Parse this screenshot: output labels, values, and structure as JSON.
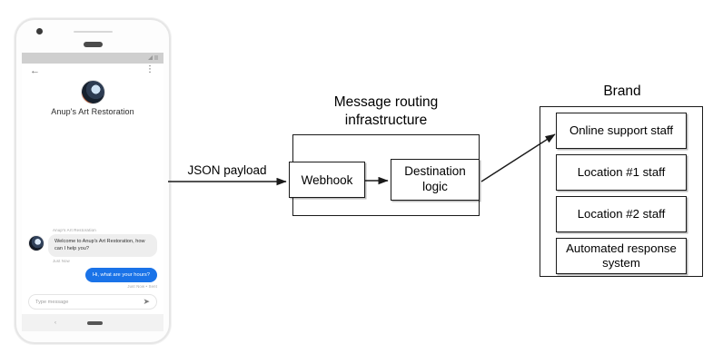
{
  "phone": {
    "status_bar": {
      "signal_icon": "signal-icon",
      "battery_icon": "battery-icon"
    },
    "app_bar": {
      "back_icon": "←",
      "more_icon": "⋮"
    },
    "brand_name": "Anup's Art Restoration",
    "conversation": {
      "agent_label": "Anup's Art Restoration",
      "agent_message": "Welcome to Anup's Art Restoration, how can I help you?",
      "agent_time": "Just Now",
      "user_message": "Hi, what are your hours?",
      "user_time": "Just Now • Sent"
    },
    "composer": {
      "placeholder": "Type message",
      "send_icon": "➤"
    },
    "nav_bar": {
      "back_icon": "‹"
    }
  },
  "diagram": {
    "json_label": "JSON payload",
    "infrastructure": {
      "title": "Message routing infrastructure",
      "boxes": [
        {
          "label": "Webhook"
        },
        {
          "label": "Destination logic"
        }
      ]
    },
    "brand": {
      "title": "Brand",
      "items": [
        {
          "label": "Online support staff"
        },
        {
          "label": "Location #1 staff"
        },
        {
          "label": "Location #2 staff"
        },
        {
          "label": "Automated response system"
        }
      ]
    }
  },
  "colors": {
    "user_bubble": "#1a73e8",
    "agent_bubble": "#eeeeee",
    "stroke": "#1a1a1a",
    "background": "#ffffff"
  }
}
